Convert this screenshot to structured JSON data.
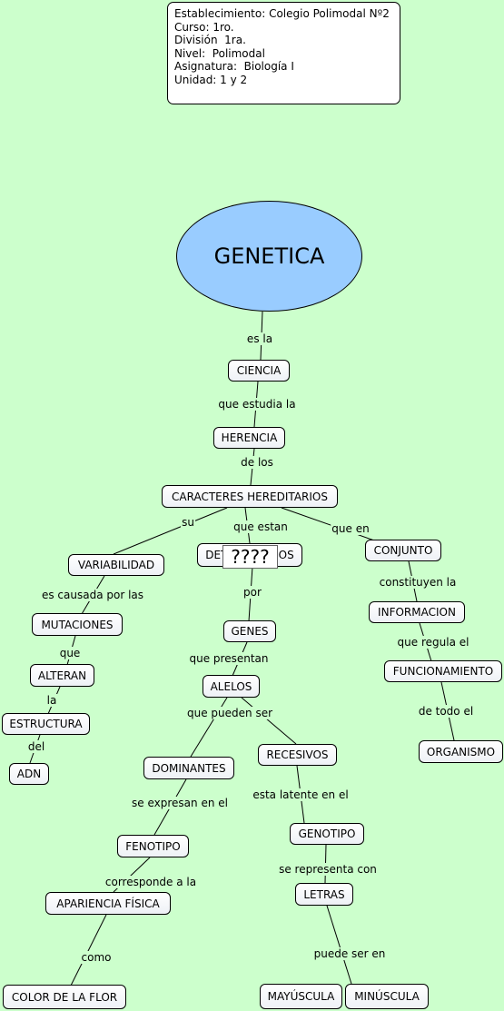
{
  "info": {
    "lines": [
      "Establecimiento: Colegio Polimodal Nº2",
      "Curso: 1ro.",
      "División  1ra.",
      "Nivel:  Polimodal",
      "Asignatura:  Biología I",
      "Unidad: 1 y 2"
    ]
  },
  "root": {
    "label": "GENETICA"
  },
  "nodes": {
    "ciencia": "CIENCIA",
    "herencia": "HERENCIA",
    "caracteres": "CARACTERES HEREDITARIOS",
    "variabilidad": "VARIABILIDAD",
    "determinados": "DETERMINADOS",
    "conjunto": "CONJUNTO",
    "mutaciones": "MUTACIONES",
    "genes": "GENES",
    "informacion": "INFORMACION",
    "alteran": "ALTERAN",
    "alelos": "ALELOS",
    "funcionamiento": "FUNCIONAMIENTO",
    "estructura": "ESTRUCTURA",
    "adn": "ADN",
    "dominantes": "DOMINANTES",
    "recesivos": "RECESIVOS",
    "organismo": "ORGANISMO",
    "fenotipo": "FENOTIPO",
    "genotipo": "GENOTIPO",
    "apariencia": "APARIENCIA FÍSICA",
    "letras": "LETRAS",
    "color_flor": "COLOR DE LA FLOR",
    "mayuscula": "MAYÚSCULA",
    "minuscula": "MINÚSCULA"
  },
  "links": {
    "es_la": "es la",
    "que_estudia": "que  estudia la",
    "de_los": "de los",
    "su": "su",
    "que_estan": "que estan",
    "que_en": "que en",
    "es_causada": "es causada por las",
    "por": "por",
    "constituyen": "constituyen la",
    "que": "que",
    "que_presentan": "que presentan",
    "que_regula": "que regula el",
    "la": "la",
    "que_pueden": "que pueden ser",
    "de_todo": "de todo el",
    "del": "del",
    "se_expresan": "se expresan en el",
    "esta_latente": "esta latente en el",
    "corresponde": "corresponde a la",
    "se_representa": "se representa con",
    "como": "como",
    "puede_ser": "puede ser en"
  },
  "overlay": {
    "question": "????"
  }
}
